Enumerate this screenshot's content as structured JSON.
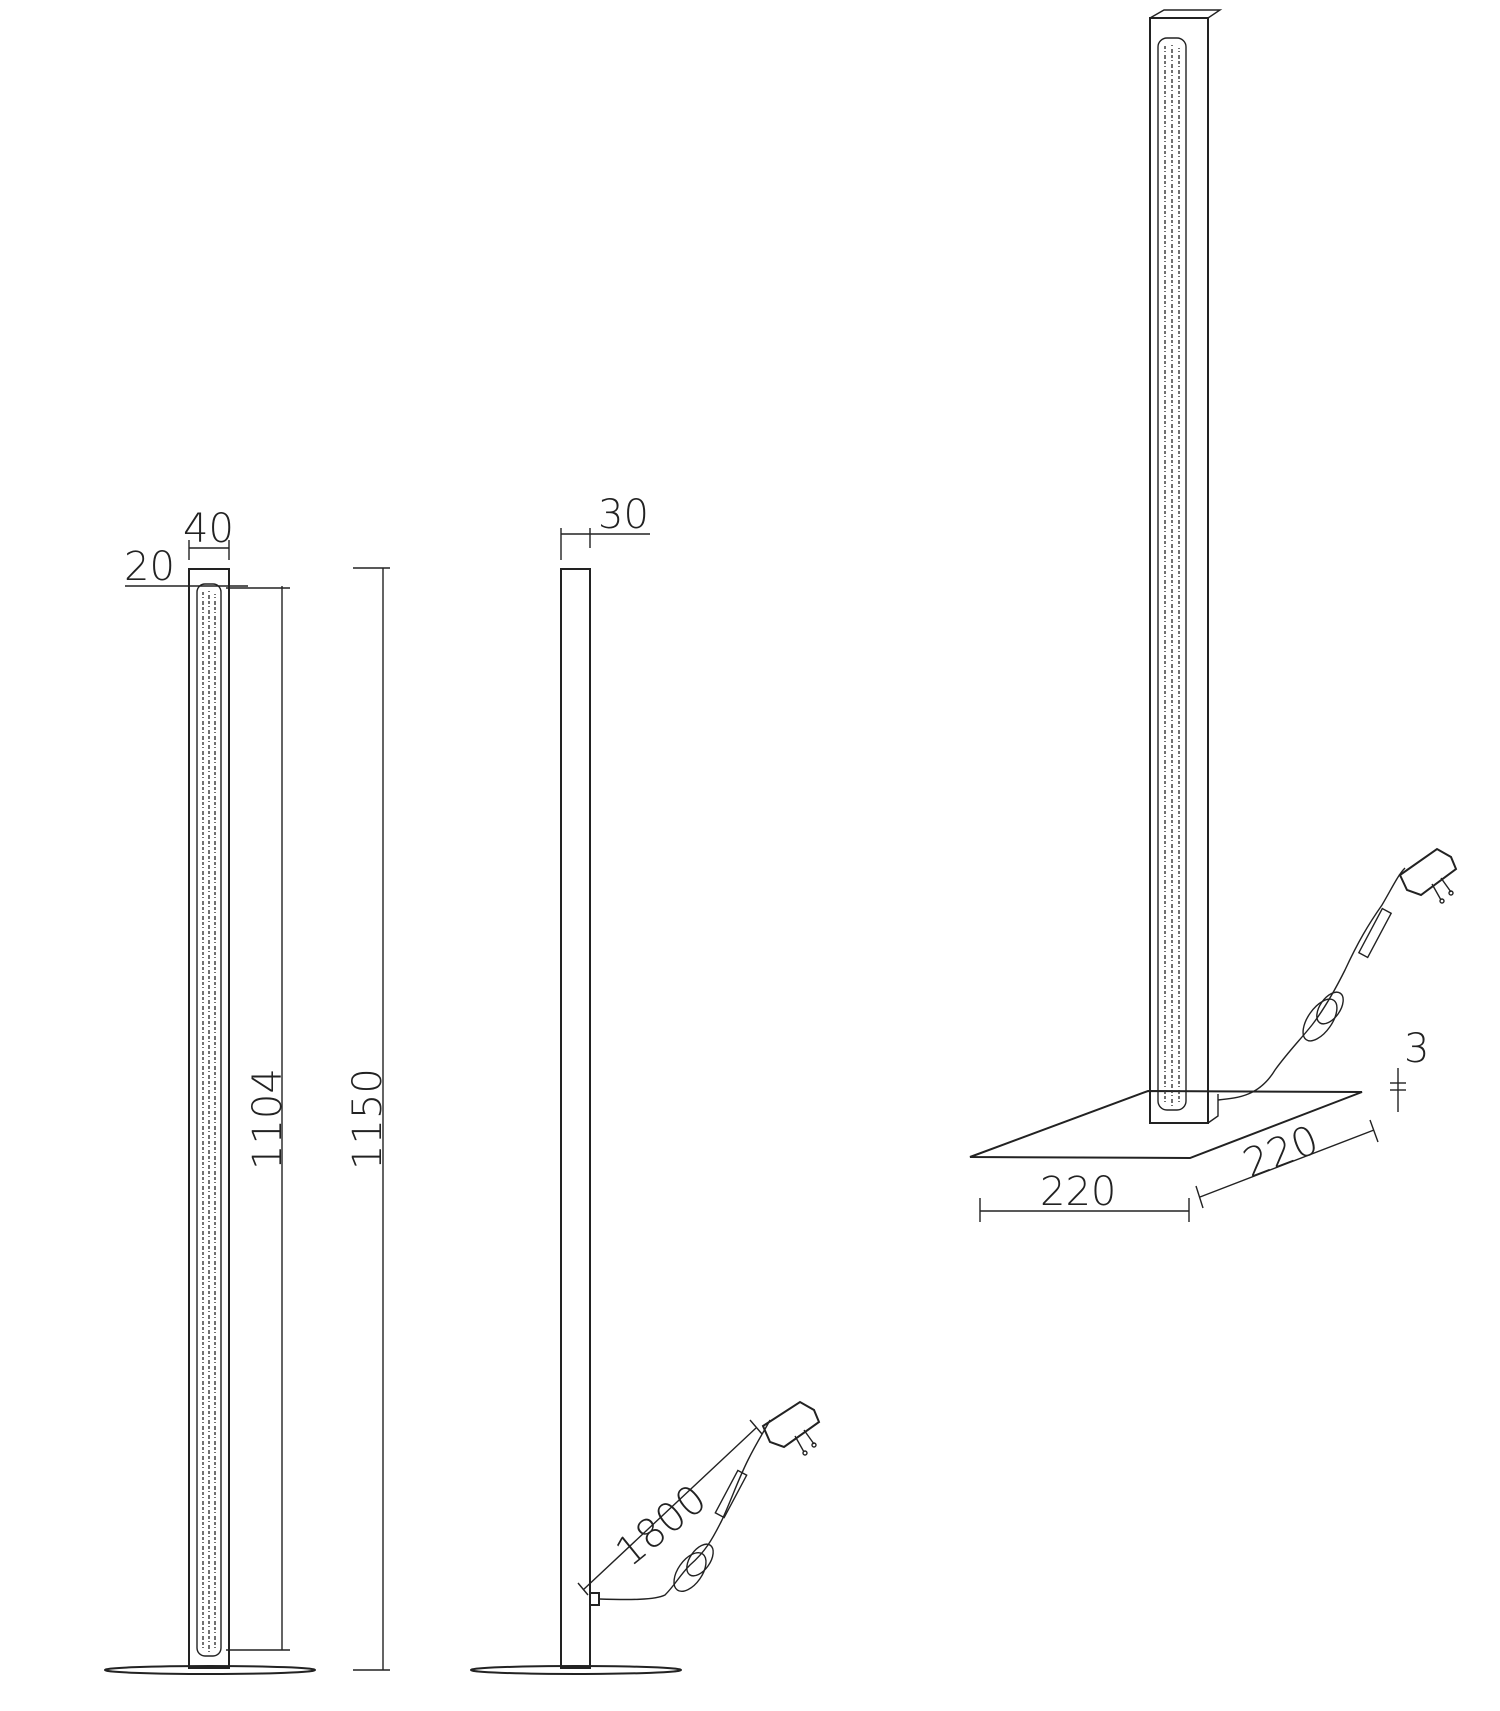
{
  "dimensions": {
    "front_width": "40",
    "front_offset": "20",
    "light_height": "1104",
    "total_height": "1150",
    "side_depth": "30",
    "cable_length": "1800",
    "base_width": "220",
    "base_depth": "220",
    "base_thickness": "3"
  }
}
